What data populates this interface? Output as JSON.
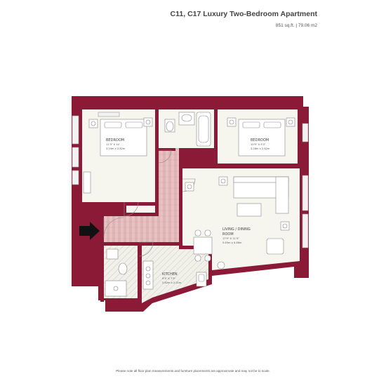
{
  "header": {
    "title": "C11, C17 Luxury Two-Bedroom Apartment",
    "area": "851 sq.ft. | 79.06 m2"
  },
  "rooms": {
    "bedroom1": {
      "name": "BEDROOM",
      "imperial": "11'3\" X 14'",
      "metric": "3.24m x 2.82m"
    },
    "bedroom2": {
      "name": "BEDROOM",
      "imperial": "10'9\" X 9'3\"",
      "metric": "3.28m x 2.82m"
    },
    "living": {
      "name_line1": "LIVING / DINING",
      "name_line2": "ROOM",
      "imperial": "17'9\" X 11'3\"",
      "metric": "5.45m x 4.46m"
    },
    "kitchen": {
      "name": "KITCHEN",
      "imperial": "9'3\" X 7'3\"",
      "metric": "2.82m x 2.21m"
    }
  },
  "colors": {
    "wall": "#8b1a36",
    "floor": "#f6f6ef",
    "hall": "#e7c4c4",
    "window": "#dcdcdc"
  },
  "footer": {
    "note": "Please note all floor plan measurements and furniture placements are approximate and may not be to scale."
  }
}
